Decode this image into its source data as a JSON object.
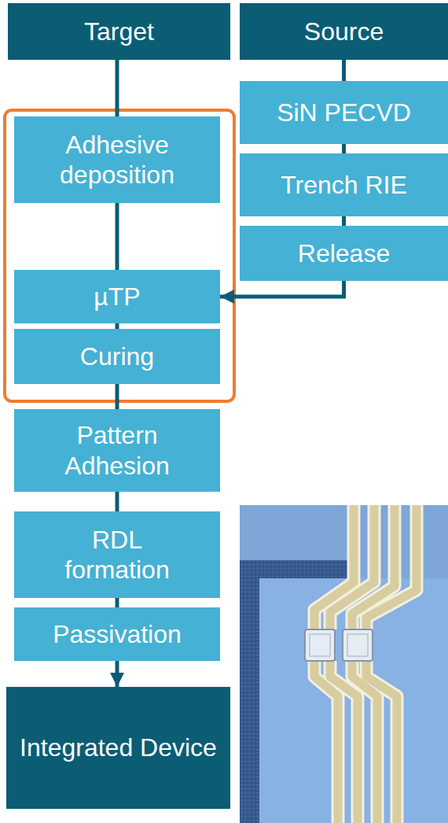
{
  "diagram": {
    "nodes": [
      {
        "text": [
          "Target"
        ]
      },
      {
        "text": [
          "Source"
        ]
      },
      {
        "text": [
          "SiN PECVD"
        ]
      },
      {
        "text": [
          "Adhesive deposition"
        ]
      },
      {
        "text": [
          "Trench RIE"
        ]
      },
      {
        "text": [
          "Release"
        ]
      },
      {
        "text": [
          "µTP"
        ]
      },
      {
        "text": [
          "Curing"
        ]
      },
      {
        "text": [
          "Pattern Adhesion"
        ]
      },
      {
        "text": [
          "RDL formation"
        ]
      },
      {
        "text": [
          "Passivation"
        ]
      },
      {
        "text": [
          "Integrated Device"
        ]
      }
    ],
    "edges": [
      {
        "from": 0,
        "to": 3,
        "arrow": "none"
      },
      {
        "from": 3,
        "to": 6,
        "arrow": "none"
      },
      {
        "from": 6,
        "to": 7,
        "arrow": "none"
      },
      {
        "from": 7,
        "to": 8,
        "arrow": "none"
      },
      {
        "from": 8,
        "to": 9,
        "arrow": "none"
      },
      {
        "from": 9,
        "to": 10,
        "arrow": "none"
      },
      {
        "from": 10,
        "to": 11,
        "arrow": "to"
      },
      {
        "from": 1,
        "to": 2,
        "arrow": "none"
      },
      {
        "from": 2,
        "to": 4,
        "arrow": "none"
      },
      {
        "from": 4,
        "to": 5,
        "arrow": "none"
      },
      {
        "from": 5,
        "to": 6,
        "arrow": "to"
      }
    ]
  }
}
